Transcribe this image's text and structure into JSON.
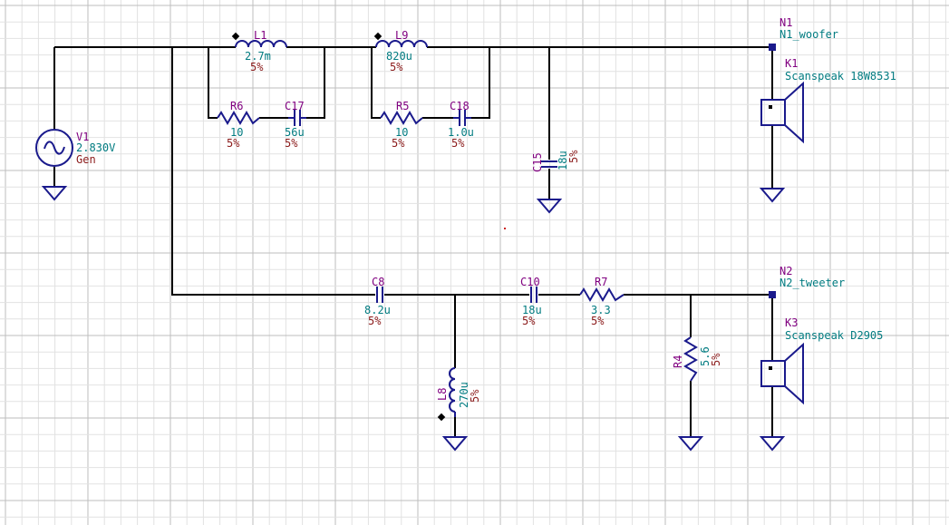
{
  "components": {
    "V1": {
      "name": "V1",
      "value": "2.830V",
      "extra": "Gen"
    },
    "L1": {
      "name": "L1",
      "value": "2.7m",
      "tol": "5%"
    },
    "L9": {
      "name": "L9",
      "value": "820u",
      "tol": "5%"
    },
    "R6": {
      "name": "R6",
      "value": "10",
      "tol": "5%"
    },
    "C17": {
      "name": "C17",
      "value": "56u",
      "tol": "5%"
    },
    "R5": {
      "name": "R5",
      "value": "10",
      "tol": "5%"
    },
    "C18": {
      "name": "C18",
      "value": "1.0u",
      "tol": "5%"
    },
    "C15": {
      "name": "C15",
      "value": "18u",
      "tol": "5%"
    },
    "C8": {
      "name": "C8",
      "value": "8.2u",
      "tol": "5%"
    },
    "C10": {
      "name": "C10",
      "value": "18u",
      "tol": "5%"
    },
    "R7": {
      "name": "R7",
      "value": "3.3",
      "tol": "5%"
    },
    "R4": {
      "name": "R4",
      "value": "5.6",
      "tol": "5%"
    },
    "L8": {
      "name": "L8",
      "value": "270u",
      "tol": "5%"
    },
    "K1": {
      "name": "K1",
      "value": "Scanspeak 18W8531"
    },
    "K3": {
      "name": "K3",
      "value": "Scanspeak D2905"
    }
  },
  "nodes": {
    "N1": {
      "name": "N1",
      "label": "N1_woofer"
    },
    "N2": {
      "name": "N2",
      "label": "N2_tweeter"
    }
  },
  "colors": {
    "grid_minor": "#e2e2e2",
    "grid_major": "#bdbdbd",
    "wire": "#000000",
    "symbol": "#1a1a8c",
    "name_text": "#800080",
    "value_text": "#007b80",
    "tolerance_text": "#8b1a1a"
  }
}
